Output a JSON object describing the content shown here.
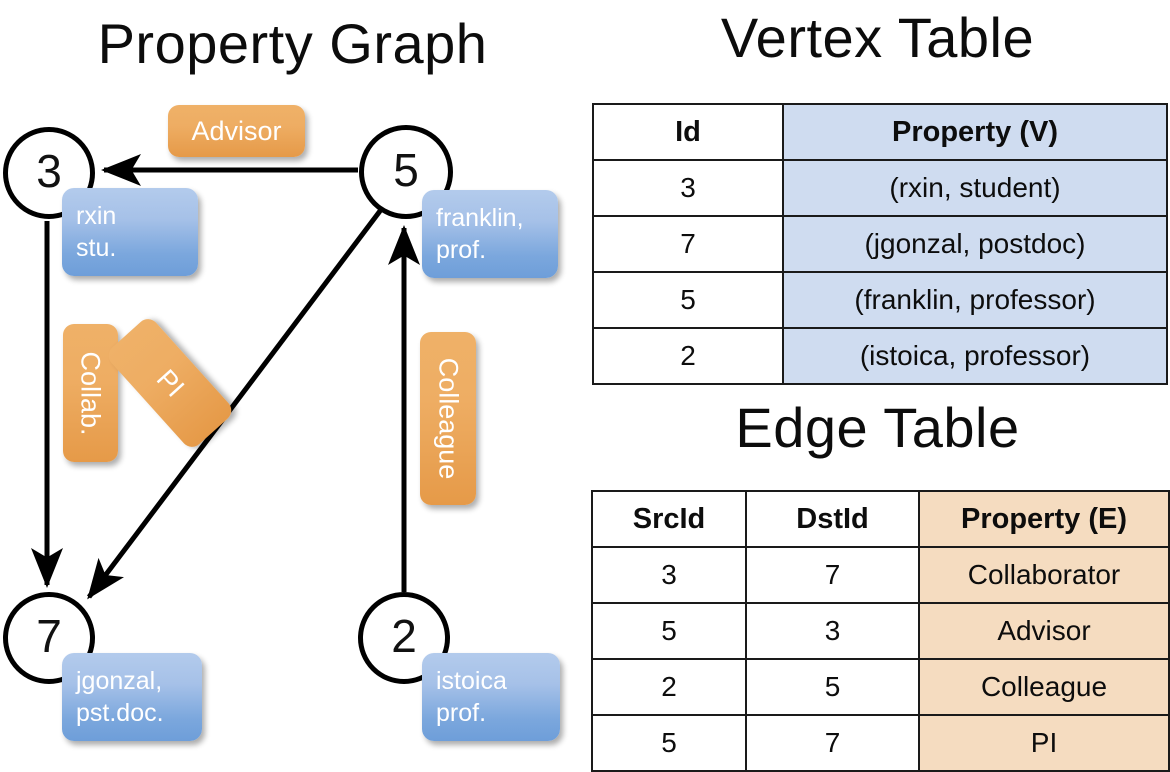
{
  "titles": {
    "property_graph": "Property Graph",
    "vertex_table": "Vertex Table",
    "edge_table": "Edge Table"
  },
  "graph": {
    "nodes": [
      {
        "id": "3",
        "property_line1": "rxin",
        "property_line2": "stu."
      },
      {
        "id": "5",
        "property_line1": "franklin,",
        "property_line2": "prof."
      },
      {
        "id": "7",
        "property_line1": "jgonzal,",
        "property_line2": "pst.doc."
      },
      {
        "id": "2",
        "property_line1": "istoica",
        "property_line2": "prof."
      }
    ],
    "edge_labels": [
      {
        "name": "advisor-chip",
        "text": "Advisor"
      },
      {
        "name": "collab-chip",
        "text": "Collab."
      },
      {
        "name": "pi-chip",
        "text": "PI"
      },
      {
        "name": "colleague-chip",
        "text": "Colleague"
      }
    ],
    "edges": [
      {
        "from": "5",
        "to": "3",
        "label": "Advisor"
      },
      {
        "from": "3",
        "to": "7",
        "label": "Collab."
      },
      {
        "from": "5",
        "to": "7",
        "label": "PI"
      },
      {
        "from": "2",
        "to": "5",
        "label": "Colleague"
      }
    ]
  },
  "vertex_table": {
    "columns": [
      "Id",
      "Property (V)"
    ],
    "rows": [
      {
        "id": "3",
        "property": "(rxin, student)"
      },
      {
        "id": "7",
        "property": "(jgonzal, postdoc)"
      },
      {
        "id": "5",
        "property": "(franklin, professor)"
      },
      {
        "id": "2",
        "property": "(istoica, professor)"
      }
    ]
  },
  "edge_table": {
    "columns": [
      "SrcId",
      "DstId",
      "Property (E)"
    ],
    "rows": [
      {
        "src": "3",
        "dst": "7",
        "property": "Collaborator"
      },
      {
        "src": "5",
        "dst": "3",
        "property": "Advisor"
      },
      {
        "src": "2",
        "dst": "5",
        "property": "Colleague"
      },
      {
        "src": "5",
        "dst": "7",
        "property": "PI"
      }
    ]
  },
  "colors": {
    "vertex_property_fill": "#cfdcf0",
    "edge_property_fill": "#f5dcc0",
    "node_property_box": "#7ba7dd",
    "edge_label_chip": "#eead63",
    "stroke": "#000000",
    "background": "#ffffff"
  }
}
